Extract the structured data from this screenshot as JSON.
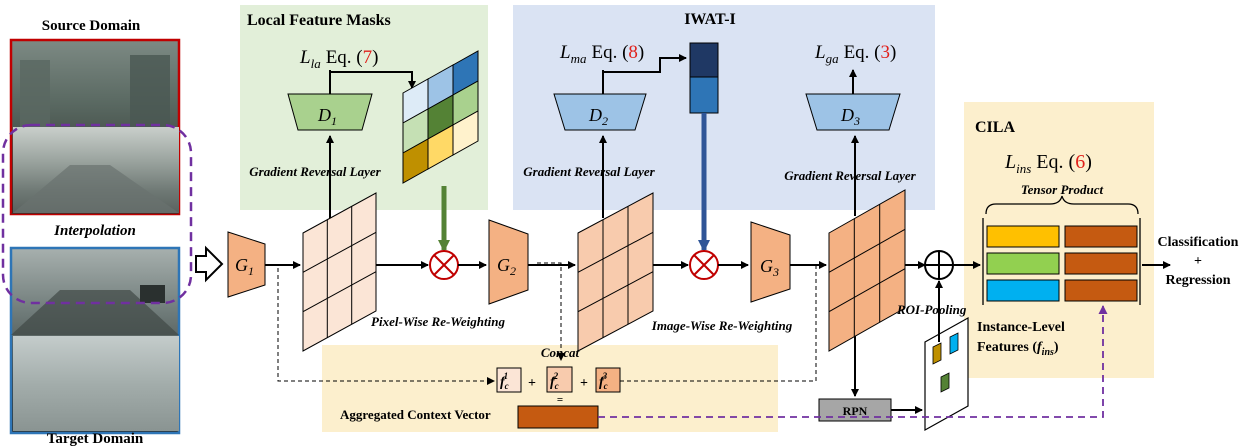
{
  "images": {
    "source_label": "Source Domain",
    "interp_label": "Interpolation",
    "target_label": "Target Domain"
  },
  "panels": {
    "local_title": "Local Feature Masks",
    "iwat_title": "IWAT-I",
    "cila_title": "CILA"
  },
  "losses": {
    "la_sym": "L",
    "la_sub": "la",
    "la_eq": "Eq. (",
    "la_num": "7",
    "la_close": ")",
    "ma_sym": "L",
    "ma_sub": "ma",
    "ma_eq": "Eq. (",
    "ma_num": "8",
    "ma_close": ")",
    "ga_sym": "L",
    "ga_sub": "ga",
    "ga_eq": "Eq. (",
    "ga_num": "3",
    "ga_close": ")",
    "ins_sym": "L",
    "ins_sub": "ins",
    "ins_eq": "Eq. (",
    "ins_num": "6",
    "ins_close": ")"
  },
  "modules": {
    "g1": "G",
    "g1_sub": "1",
    "g2": "G",
    "g2_sub": "2",
    "g3": "G",
    "g3_sub": "3",
    "d1": "D",
    "d1_sub": "1",
    "d2": "D",
    "d2_sub": "2",
    "d3": "D",
    "d3_sub": "3",
    "rpn": "RPN"
  },
  "labels": {
    "grl1": "Gradient Reversal Layer",
    "grl2": "Gradient Reversal Layer",
    "grl3": "Gradient Reversal Layer",
    "pixel_rw": "Pixel-Wise Re-Weighting",
    "image_rw": "Image-Wise Re-Weighting",
    "roi": "ROI-Pooling",
    "concat": "Concat",
    "agg": "Aggregated Context Vector",
    "tensor": "Tensor Product",
    "inst1": "Instance-Level",
    "inst2": "Features (",
    "inst_sym": "f",
    "inst_sub": "ins",
    "inst3": ")",
    "cls": "Classification",
    "plus": "+",
    "reg": "Regression",
    "equals": "=",
    "fc_sym": "f",
    "fc_sub": "c",
    "fc1_sup": "1",
    "fc2_sup": "2",
    "fc3_sup": "3"
  },
  "colors": {
    "green_panel": "#e2efd9",
    "blue_panel": "#dae3f3",
    "yellow_panel": "#fcefcd",
    "generator": "#f4b183",
    "disc_green": "#a9d18e",
    "disc_blue": "#9dc3e6",
    "grid_light": "#fbe5d6",
    "grid_mid": "#f8cbad",
    "grid_dark": "#f4b183",
    "arrow_green": "#548235",
    "arrow_blue": "#2f5597",
    "arrow_purple": "#7030a0",
    "vec_orange": "#c55a11",
    "rpn_gray": "#a6a6a6",
    "feat_yellow": "#ffc000",
    "feat_green": "#92d050",
    "feat_blue": "#00b0f0"
  }
}
